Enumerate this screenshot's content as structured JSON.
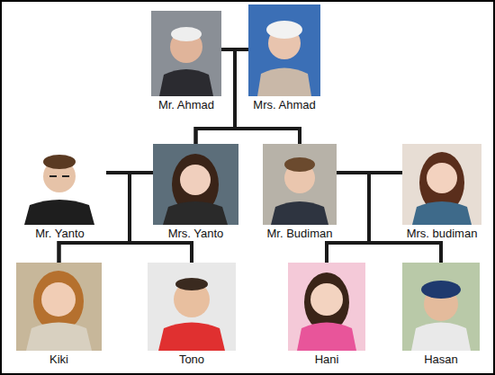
{
  "diagram": {
    "nodes": [
      {
        "text": [
          "Mr. Ahmad"
        ]
      },
      {
        "text": [
          "Mrs. Ahmad"
        ]
      },
      {
        "text": [
          "Mr. Yanto"
        ]
      },
      {
        "text": [
          "Mrs. Yanto"
        ]
      },
      {
        "text": [
          "Mr. Budiman"
        ]
      },
      {
        "text": [
          "Mrs. budiman"
        ]
      },
      {
        "text": [
          "Kiki"
        ]
      },
      {
        "text": [
          "Tono"
        ]
      },
      {
        "text": [
          "Hani"
        ]
      },
      {
        "text": [
          "Hasan"
        ]
      }
    ],
    "edges": [
      {
        "from": 0,
        "to": 1,
        "arrow": "none"
      },
      {
        "from": 0,
        "to": 3,
        "arrow": "none"
      },
      {
        "from": 0,
        "to": 4,
        "arrow": "none"
      },
      {
        "from": 1,
        "to": 3,
        "arrow": "none"
      },
      {
        "from": 1,
        "to": 4,
        "arrow": "none"
      },
      {
        "from": 2,
        "to": 3,
        "arrow": "none"
      },
      {
        "from": 2,
        "to": 6,
        "arrow": "none"
      },
      {
        "from": 2,
        "to": 7,
        "arrow": "none"
      },
      {
        "from": 3,
        "to": 6,
        "arrow": "none"
      },
      {
        "from": 3,
        "to": 7,
        "arrow": "none"
      },
      {
        "from": 4,
        "to": 5,
        "arrow": "none"
      },
      {
        "from": 4,
        "to": 8,
        "arrow": "none"
      },
      {
        "from": 4,
        "to": 9,
        "arrow": "none"
      },
      {
        "from": 5,
        "to": 8,
        "arrow": "none"
      },
      {
        "from": 5,
        "to": 9,
        "arrow": "none"
      }
    ]
  }
}
